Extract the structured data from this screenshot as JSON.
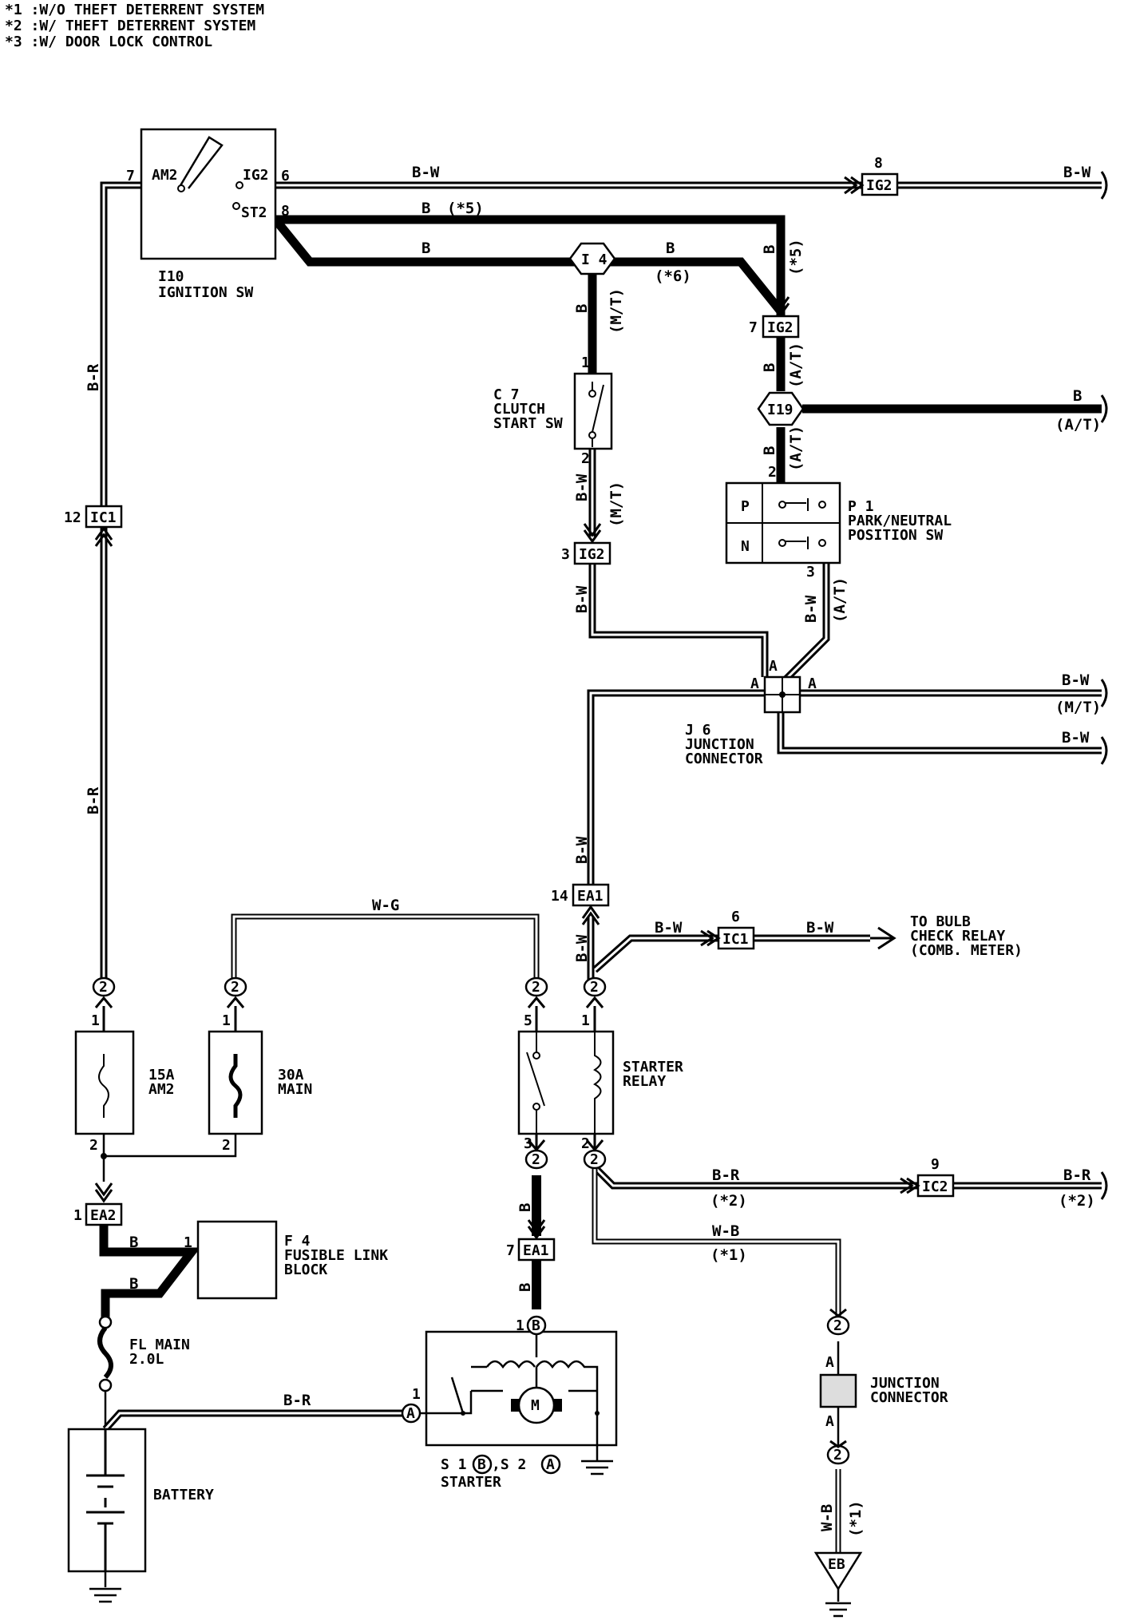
{
  "notes": [
    "*1 :W/O THEFT DETERRENT SYSTEM",
    "*2 :W/ THEFT DETERRENT SYSTEM",
    "*3 :W/ DOOR LOCK CONTROL"
  ],
  "components": {
    "ignition_sw": {
      "code": "I10",
      "name": "IGNITION SW",
      "terms": [
        "AM2",
        "IG2",
        "ST2"
      ]
    },
    "clutch_sw": {
      "code": "C 7",
      "name_1": "CLUTCH",
      "name_2": "START SW"
    },
    "pn_sw": {
      "code": "P 1",
      "name_1": "PARK/NEUTRAL",
      "name_2": "POSITION SW",
      "p": "P",
      "n": "N"
    },
    "j6": {
      "code": "J 6",
      "name_1": "JUNCTION",
      "name_2": "CONNECTOR"
    },
    "starter_relay": {
      "name_1": "STARTER",
      "name_2": "RELAY"
    },
    "fuse_am2": {
      "rating": "15A",
      "name": "AM2"
    },
    "fuse_main": {
      "rating": "30A",
      "name": "MAIN"
    },
    "fusible_block": {
      "code": "F 4",
      "name_1": "FUSIBLE LINK",
      "name_2": "BLOCK"
    },
    "fl_main": {
      "name_1": "FL MAIN",
      "name_2": "2.0L"
    },
    "battery": {
      "name": "BATTERY"
    },
    "starter": {
      "code_pre": "S 1",
      "code_mid": ",S 2",
      "ring_1": "B",
      "ring_2": "A",
      "name": "STARTER",
      "motor": "M"
    },
    "junction2": {
      "name_1": "JUNCTION",
      "name_2": "CONNECTOR"
    },
    "ground": {
      "name": "EB"
    }
  },
  "connectors": {
    "ig2": "IG2",
    "ic1": "IC1",
    "ic2": "IC2",
    "ea1": "EA1",
    "ea2": "EA2",
    "i4": "I 4",
    "i19": "I19",
    "junction_pin": "2"
  },
  "pins": {
    "p7": "7",
    "p6": "6",
    "p8": "8",
    "p1": "1",
    "p2": "2",
    "p3": "3",
    "p5": "5",
    "p9": "9",
    "p12": "12",
    "p14": "14",
    "a": "A"
  },
  "wires": {
    "bw": "B-W",
    "b": "B",
    "br": "B-R",
    "wg": "W-G",
    "wb": "W-B"
  },
  "variants": {
    "s5": "(*5)",
    "s6": "(*6)",
    "s1": "(*1)",
    "s2": "(*2)",
    "mt": "(M/T)",
    "at": "(A/T)"
  },
  "destinations": {
    "bulb_1": "TO BULB",
    "bulb_2": "CHECK RELAY",
    "bulb_3": "(COMB. METER)"
  }
}
